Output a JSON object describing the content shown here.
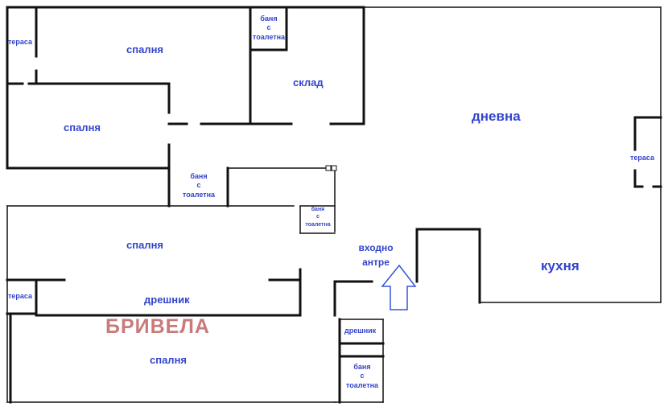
{
  "rooms": {
    "terasa_top_left": "тераса",
    "bedroom_top": "спалня",
    "bathroom_top": [
      "баня",
      "с",
      "тоалетна"
    ],
    "storage": "склад",
    "living_room": "дневна",
    "bedroom_left": "спалня",
    "terasa_right": "тераса",
    "bathroom_middle": [
      "баня",
      "с",
      "тоалетна"
    ],
    "bathroom_small": [
      "баня",
      "с",
      "тоалетна"
    ],
    "entrance": [
      "входно",
      "антре"
    ],
    "kitchen": "кухня",
    "bedroom_middle": "спалня",
    "terasa_bottom_left": "тераса",
    "wardrobe_left": "дрешник",
    "bedroom_bottom": "спалня",
    "wardrobe_right": "дрешник",
    "bathroom_bottom": [
      "баня",
      "с",
      "тоалетна"
    ]
  },
  "watermark": "БРИВЕЛА",
  "colors": {
    "wall": "#111111",
    "label": "#3344cc",
    "arrow": "#3355dd",
    "watermark": "#c97a7a"
  }
}
